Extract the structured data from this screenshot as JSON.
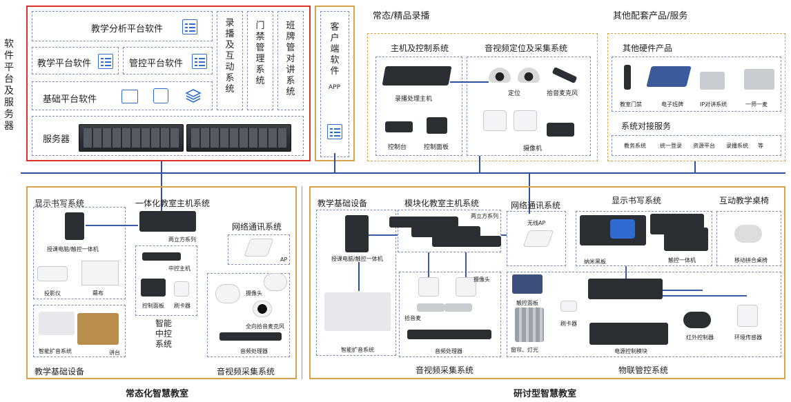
{
  "left_label": "软件平台及服务器",
  "software": {
    "analysis": "教学分析平台软件",
    "teaching": "教学平台软件",
    "control": "管控平台软件",
    "base": "基础平台软件",
    "server": "服务器",
    "v1": "录播及互动系统",
    "v2": "门禁管理系统",
    "v3": "班牌管对讲系统"
  },
  "client": {
    "label": "客户端软件",
    "app": "APP"
  },
  "recording": {
    "section": "常态/精品录播",
    "host_title": "主机及控制系统",
    "av_title": "音视频定位及采集系统",
    "host": "录播处理主机",
    "console": "控制台",
    "panel": "控制面板",
    "locate": "定位",
    "mic": "拾音麦克风",
    "camera": "摄像机"
  },
  "other": {
    "section": "其他配套产品/服务",
    "hw_title": "其他硬件产品",
    "hw": [
      "教室门禁",
      "电子班牌",
      "IP对讲系统",
      "一师一麦"
    ],
    "svc_title": "系统对接服务",
    "svc": [
      "教务系统",
      "统一登录",
      "资源平台",
      "录播系统",
      "等"
    ]
  },
  "normal": {
    "caption": "常态化智慧教室",
    "display": "显示书写系统",
    "host": "一体化教室主机系统",
    "net": "网络通讯系统",
    "pc": "授课电脑/触控一体机",
    "projector": "投影仪",
    "screen": "幕布",
    "two_screen": "两立方系列",
    "center": "中控主机",
    "ctrl_panel": "控制面板",
    "card": "刷卡器",
    "smart": "智能中控系统",
    "ap": "AP",
    "cam": "摄像头",
    "omni": "全向拾音麦克风",
    "audio_proc": "音频处理器",
    "av": "音视频采集系统",
    "base": "教学基础设备",
    "amp": "智能扩音系统",
    "podium": "讲台"
  },
  "seminar": {
    "caption": "研讨型智慧教室",
    "base": "教学基础设备",
    "host": "模块化教室主机系统",
    "two_screen": "两立方系列",
    "net": "网络通讯系统",
    "wifi": "无线AP",
    "display": "显示书写系统",
    "interactive": "互动教学桌椅",
    "pc": "授课电脑/触控一体机",
    "amp": "智能扩音系统",
    "cam": "摄像头",
    "pickup": "拾音麦",
    "audio_proc": "音频处理器",
    "av": "音视频采集系统",
    "nano": "纳米黑板",
    "touch": "触控一体机",
    "desk": "移动拼合桌椅",
    "touch_panel": "触控面板",
    "card": "刷卡器",
    "curtain": "窗帘、灯光",
    "ir": "红外控制器",
    "env": "环境传感器",
    "power": "电源控制模块",
    "iot": "物联管控系统"
  }
}
